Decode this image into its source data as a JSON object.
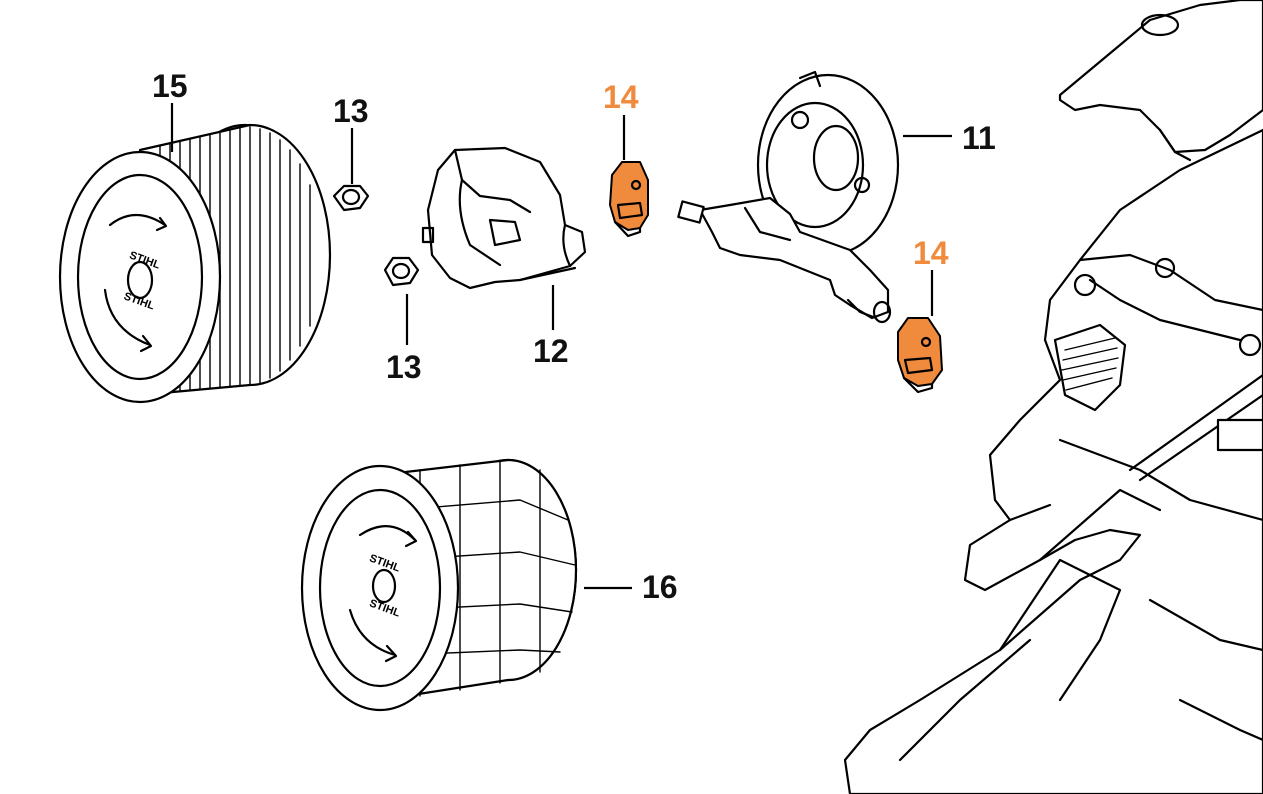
{
  "colors": {
    "line": "#000000",
    "label": "#111111",
    "accent": "#f08a3c",
    "background": "#ffffff"
  },
  "callouts": {
    "c15": "15",
    "c13_top": "13",
    "c13_bottom": "13",
    "c14_left": "14",
    "c14_right": "14",
    "c11": "11",
    "c12": "12",
    "c16": "16"
  },
  "logos": {
    "filter_15": "STIHL",
    "filter_16": "STIHL"
  }
}
